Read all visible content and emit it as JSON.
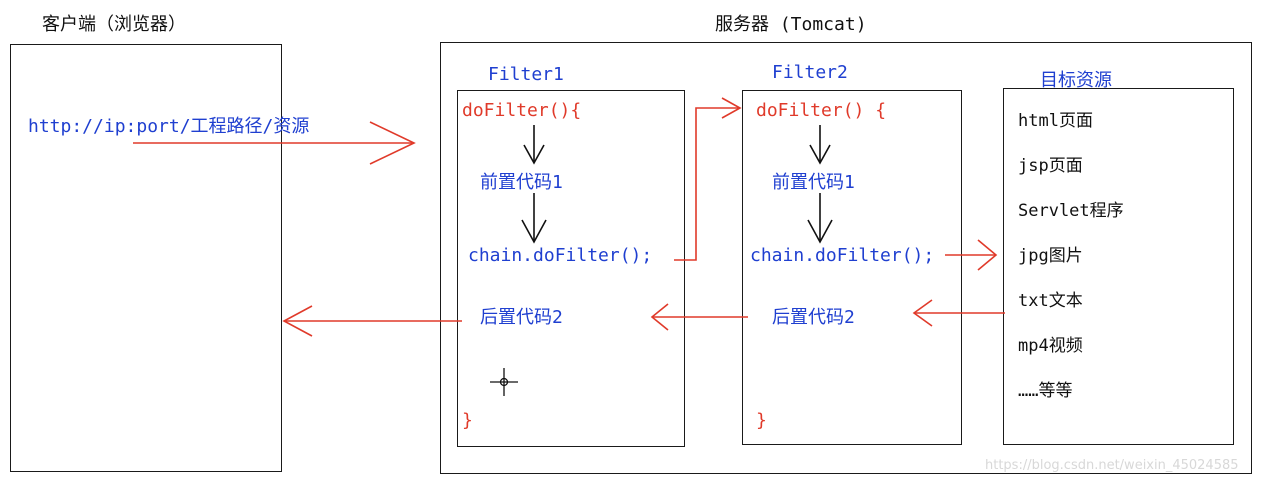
{
  "client": {
    "title": "客户端（浏览器）",
    "request_url": "http://ip:port/工程路径/资源"
  },
  "server": {
    "title": "服务器  (Tomcat)"
  },
  "filter1": {
    "title": "Filter1",
    "open": "doFilter(){",
    "pre": "前置代码1",
    "chain": "chain.doFilter();",
    "post": "后置代码2",
    "close": "}"
  },
  "filter2": {
    "title": "Filter2",
    "open": "doFilter()  {",
    "pre": "前置代码1",
    "chain": "chain.doFilter();",
    "post": "后置代码2",
    "close": "}"
  },
  "target": {
    "title": "目标资源",
    "items": [
      "html页面",
      "jsp页面",
      "Servlet程序",
      "jpg图片",
      "txt文本",
      "mp4视频",
      "……等等"
    ]
  },
  "watermark": "https://blog.csdn.net/weixin_45024585",
  "colors": {
    "request_arrow": "#e03a2a",
    "flow_arrow": "#111111",
    "blue_text": "#1f3fd0",
    "red_text": "#e03a2a",
    "border": "#1a1a1a"
  },
  "icons": {
    "cursor": "crosshair-cursor-icon"
  }
}
